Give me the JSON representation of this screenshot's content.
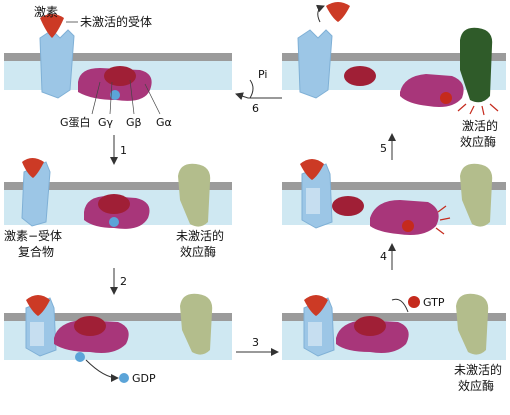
{
  "labels": {
    "hormone": "激素",
    "inactive_receptor": "未激活的受体",
    "g_protein": "G蛋白",
    "g_gamma": "Gγ",
    "g_beta": "Gβ",
    "g_alpha": "Gα",
    "hormone_receptor_complex_1": "激素−受体",
    "hormone_receptor_complex_2": "复合物",
    "inactive_effector_1": "未激活的",
    "inactive_effector_2": "效应酶",
    "inactive_effector_b_1": "未激活的",
    "inactive_effector_b_2": "效应酶",
    "activated_effector_1": "激活的",
    "activated_effector_2": "效应酶",
    "gdp": "GDP",
    "gtp": "GTP",
    "pi": "Pi"
  },
  "steps": {
    "s1": "1",
    "s2": "2",
    "s3": "3",
    "s4": "4",
    "s5": "5",
    "s6": "6"
  },
  "colors": {
    "cytoplasm": "#cfe8f2",
    "membrane": "#9b9b9b",
    "receptor": "#9cc6e6",
    "receptor_light": "#c6def0",
    "hormone": "#cc3a25",
    "g_alpha": "#a8367a",
    "g_beta_gamma": "#a01f36",
    "gdp": "#5ba4d8",
    "gtp": "#c52a1d",
    "effector_inactive": "#b3bd8c",
    "effector_active": "#2f5b29",
    "arrow": "#333333",
    "text": "#111111"
  }
}
